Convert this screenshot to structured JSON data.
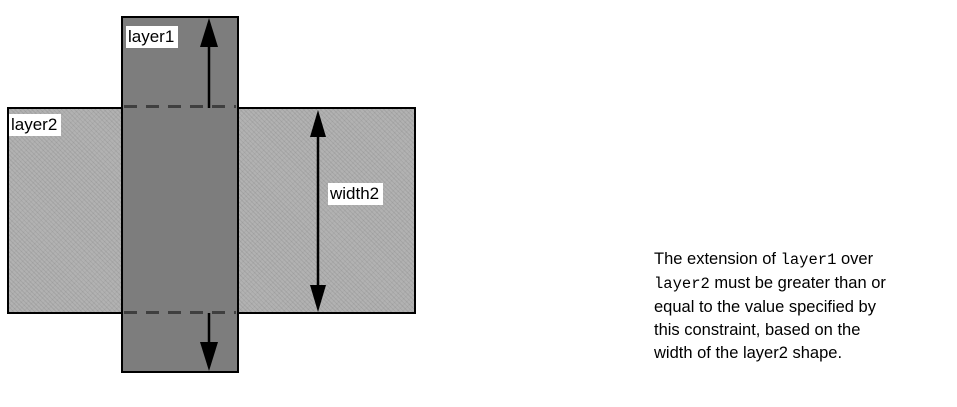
{
  "figure": {
    "labels": {
      "layer1": "layer1",
      "layer2": "layer2",
      "width2": "width2"
    },
    "colors": {
      "layer1_fill": "#7d7d7d",
      "layer2_fill": "#b2b2b2",
      "outline": "#000000",
      "dash": "#3f3f3f",
      "label_bg": "#ffffff",
      "text": "#000000"
    }
  },
  "caption": {
    "lines": [
      {
        "segments": [
          {
            "text": "The extension of "
          },
          {
            "text": "layer1",
            "mono": true
          },
          {
            "text": " over"
          }
        ]
      },
      {
        "segments": [
          {
            "text": "layer2",
            "mono": true
          },
          {
            "text": " must be greater than or"
          }
        ]
      },
      {
        "segments": [
          {
            "text": "equal to the value specified by"
          }
        ]
      },
      {
        "segments": [
          {
            "text": "this constraint, based on the"
          }
        ]
      },
      {
        "segments": [
          {
            "text": "width of the layer2 shape."
          }
        ]
      }
    ]
  }
}
